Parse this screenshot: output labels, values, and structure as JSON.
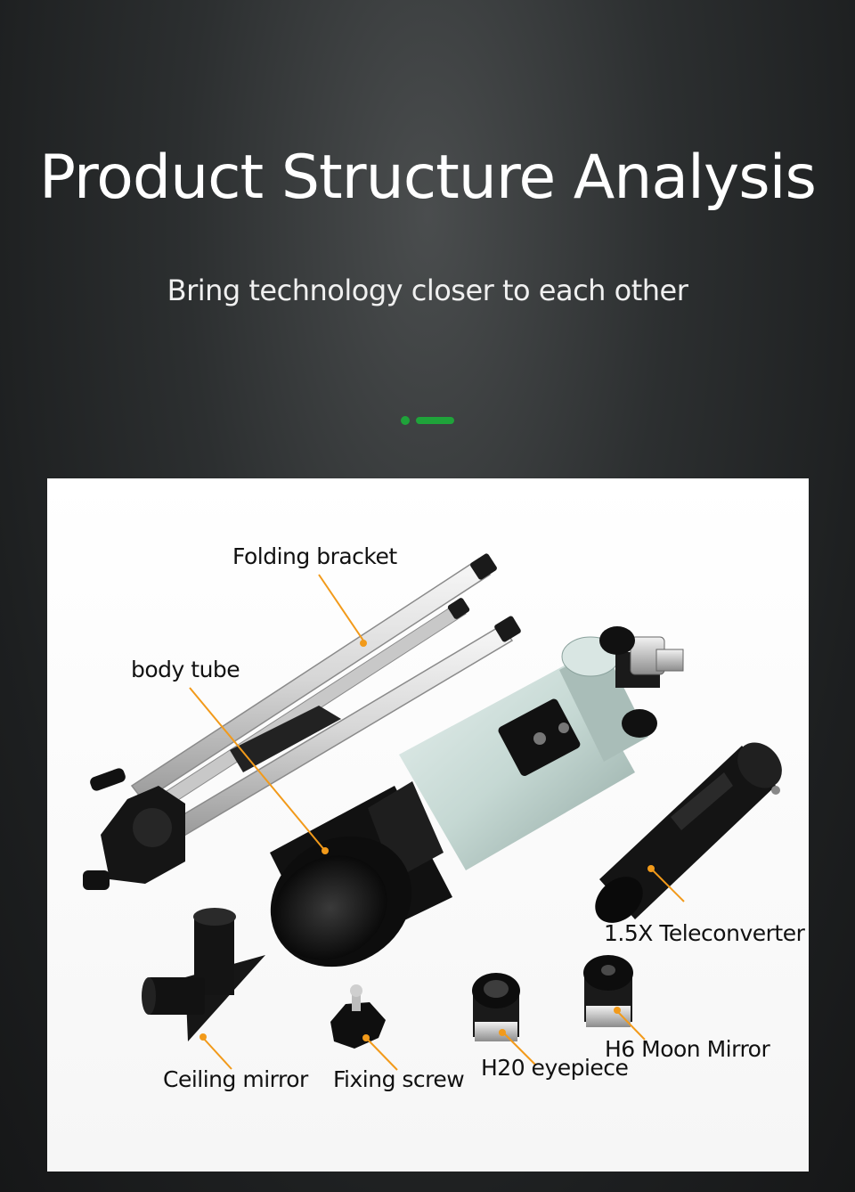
{
  "header": {
    "title": "Product Structure Analysis",
    "subtitle": "Bring technology closer to each other"
  },
  "colors": {
    "accent": "#1fa33a",
    "leader_line": "#f29a1a",
    "tube_body": "#cfe0dc",
    "dark_part": "#111111",
    "tripod_leg": "#e2e2e2"
  },
  "parts": [
    {
      "id": "folding-bracket",
      "label": "Folding bracket"
    },
    {
      "id": "body-tube",
      "label": "body tube"
    },
    {
      "id": "teleconverter",
      "label": "1.5X Teleconverter"
    },
    {
      "id": "ceiling-mirror",
      "label": "Ceiling mirror"
    },
    {
      "id": "fixing-screw",
      "label": "Fixing screw"
    },
    {
      "id": "h20-eyepiece",
      "label": "H20 eyepiece"
    },
    {
      "id": "h6-moon-mirror",
      "label": "H6 Moon Mirror"
    }
  ]
}
